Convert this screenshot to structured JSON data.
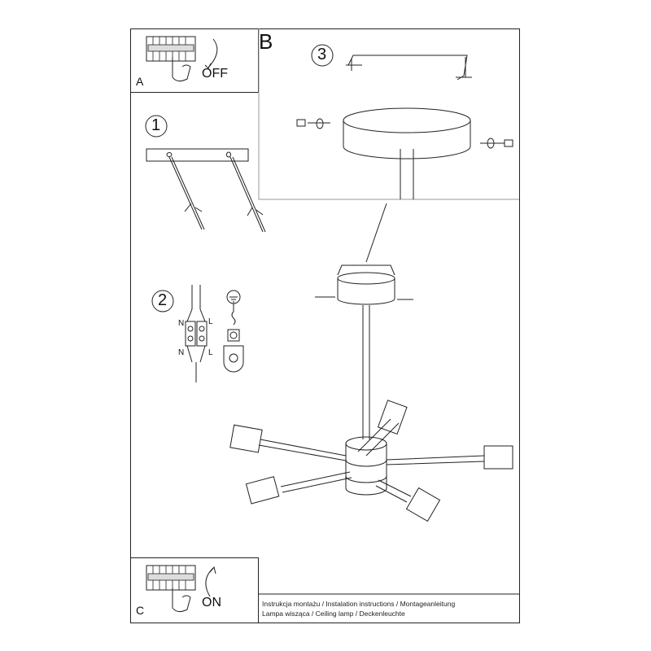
{
  "panels": {
    "a": {
      "letter": "A",
      "label": "OFF"
    },
    "b": {
      "letter": "B"
    },
    "c": {
      "letter": "C",
      "label": "ON"
    }
  },
  "steps": [
    "1",
    "2",
    "3"
  ],
  "wiring": {
    "n_top": "N",
    "l_top": "L",
    "n_bottom": "N",
    "l_bottom": "L"
  },
  "footer": {
    "line1": "Instrukcja montażu / Instalation instructions / Montageanleitung",
    "line2": "Lampa wisząca / Ceiling lamp / Deckenleuchte"
  }
}
